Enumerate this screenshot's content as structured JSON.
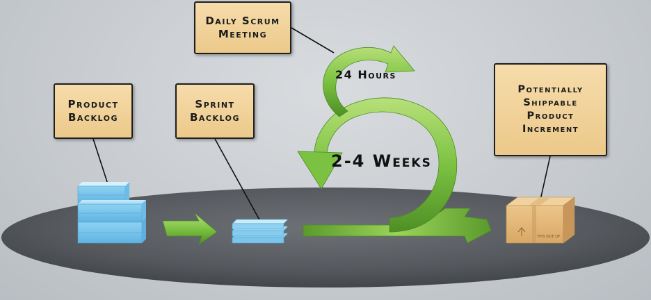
{
  "labels": {
    "daily_scrum": "Daily Scrum\nMeeting",
    "product_backlog": "Product\nBacklog",
    "sprint_backlog": "Sprint\nBacklog",
    "increment": "Potentially\nShippable\nProduct\nIncrement",
    "hours": "24 Hours",
    "weeks": "2-4 Weeks",
    "box_marking": "THIS SIDE UP"
  },
  "icons": {
    "product_backlog": "stacked-blocks-icon",
    "sprint_backlog": "stacked-sheets-icon",
    "increment": "cardboard-box-icon"
  },
  "colors": {
    "label_fill": "#f2d49b",
    "arrow_green": "#7cc242",
    "platform": "#5b5f64",
    "backlog_blue": "#8fd1f2",
    "box_tan": "#e2b878"
  }
}
